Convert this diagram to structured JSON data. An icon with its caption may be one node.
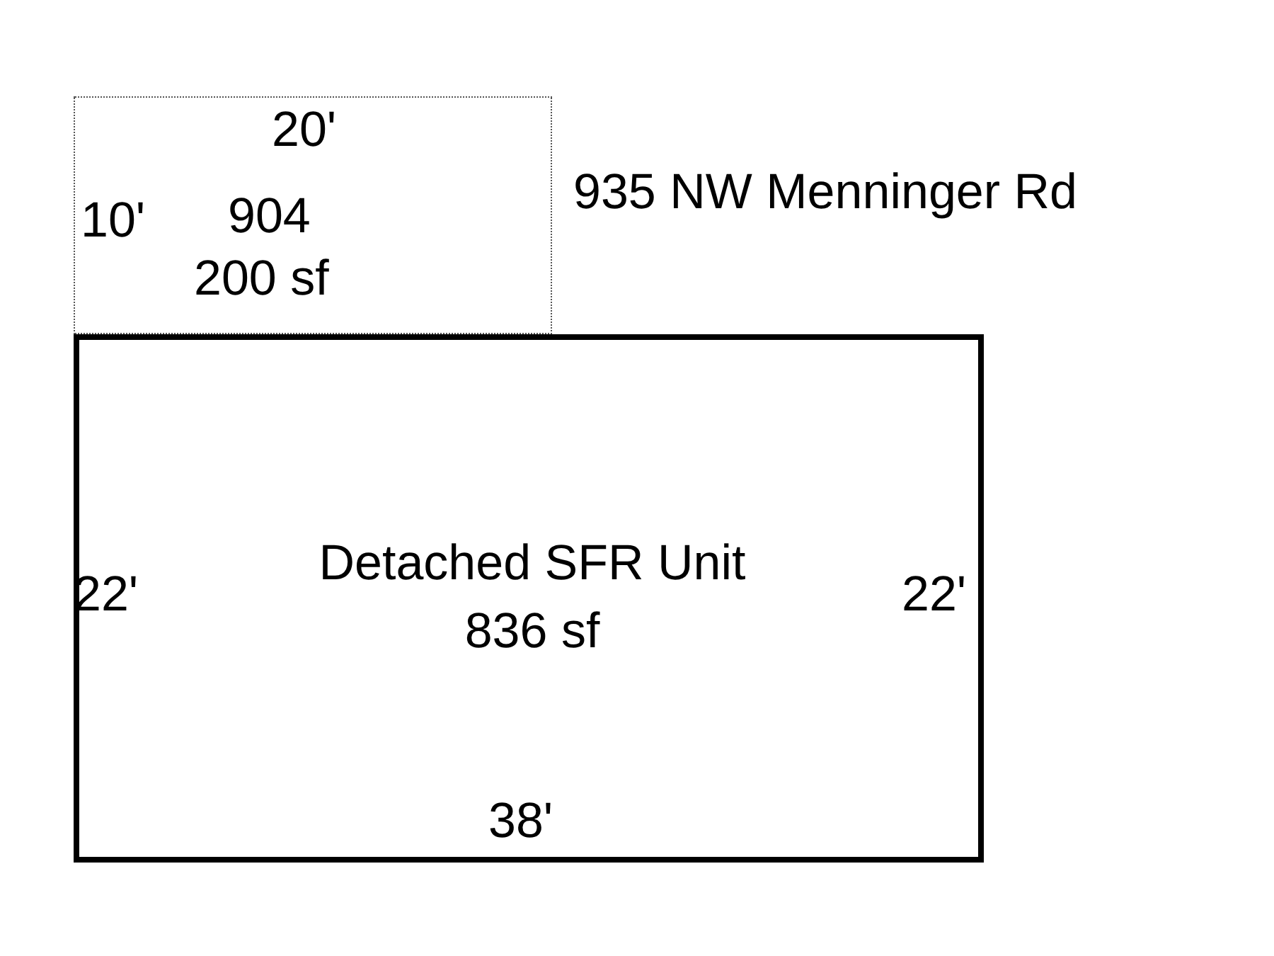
{
  "diagram": {
    "nodes": [
      {
        "text": [
          "904",
          "200 sf"
        ]
      },
      {
        "text": [
          "Detached SFR Unit",
          "836 sf"
        ]
      }
    ],
    "edges": [],
    "labels": [
      "20'",
      "10'",
      "935 NW Menninger Rd",
      "22'",
      "22'",
      "38'"
    ]
  }
}
